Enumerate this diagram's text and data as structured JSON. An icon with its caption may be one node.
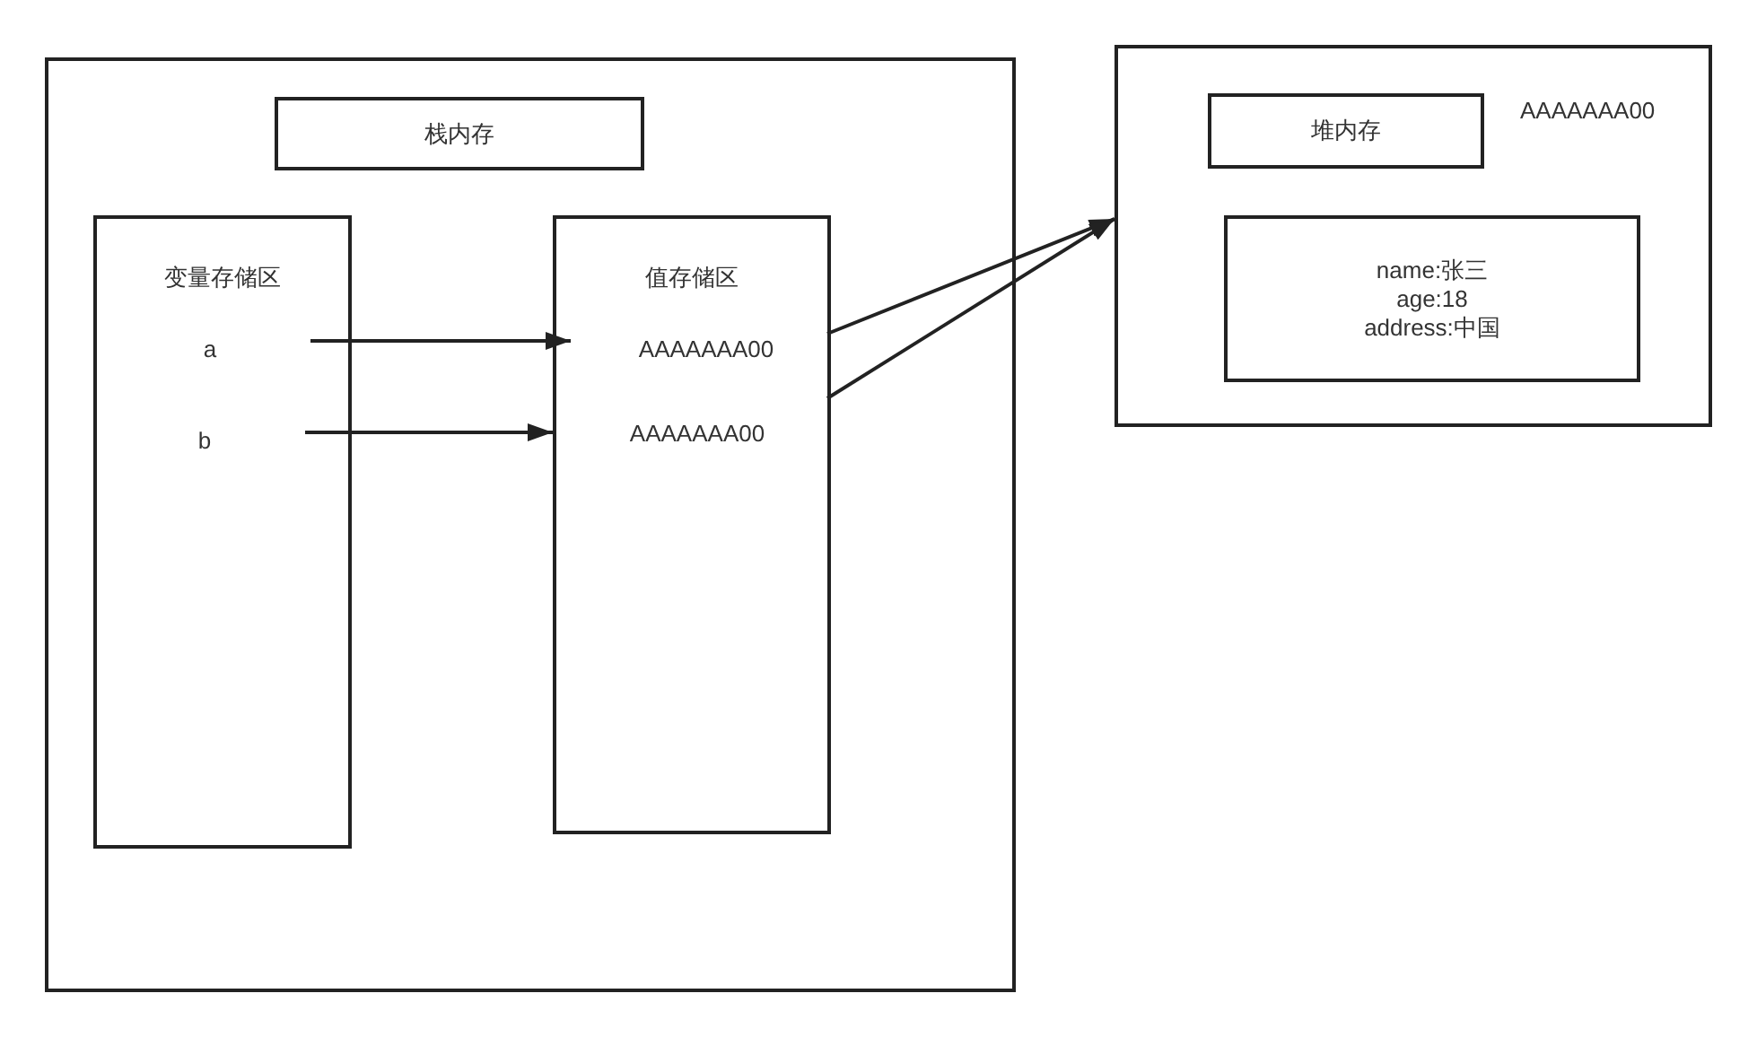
{
  "diagram": {
    "nodes": [
      {
        "text": [],
        "shape": "box"
      },
      {
        "text": [
          "栈内存"
        ],
        "in": 0
      },
      {
        "text": [
          "变量存储区"
        ],
        "in": 0
      },
      {
        "text": [
          "a"
        ],
        "in": 2
      },
      {
        "text": [
          "b"
        ],
        "in": 2
      },
      {
        "text": [
          "值存储区"
        ],
        "in": 0
      },
      {
        "text": [
          "AAAAAAA00"
        ],
        "in": 5
      },
      {
        "text": [
          "AAAAAAA00"
        ],
        "in": 5
      },
      {
        "text": [],
        "shape": "box"
      },
      {
        "text": [
          "堆内存"
        ],
        "in": 8
      },
      {
        "text": [
          "name:张三 age:18 address:中国"
        ],
        "in": 8
      }
    ],
    "edges": [
      {
        "from": 3,
        "to": 6,
        "arrow": "to"
      },
      {
        "from": 4,
        "to": 7,
        "arrow": "to"
      },
      {
        "from": 6,
        "to": 8,
        "arrow": "to"
      },
      {
        "from": 7,
        "to": 8,
        "arrow": "to"
      }
    ],
    "labels": [
      "AAAAAAA00"
    ]
  }
}
